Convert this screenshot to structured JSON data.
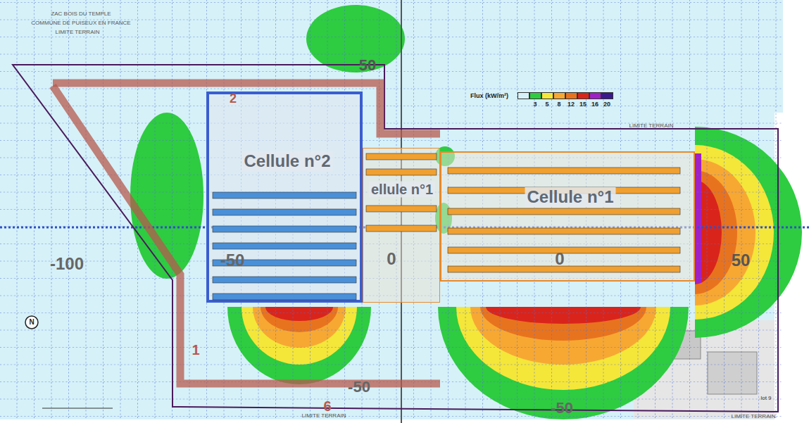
{
  "diagram": {
    "nodes": [
      {
        "text": [
          "Cellule n°2"
        ]
      },
      {
        "text": [
          "ellule n°1"
        ]
      },
      {
        "text": [
          "Cellule n°1"
        ]
      }
    ],
    "edges": [],
    "labels": [
      "ZAC BOIS DU TEMPLE",
      "COMMUNE DE PUISEUX EN FRANCE",
      "LIMITE TERRAIN",
      "50",
      "2",
      "Flux (kW/m²)",
      "LIMITE TERRAIN",
      "-100",
      "-50",
      "0",
      "0",
      "50",
      "N",
      "1",
      "-50",
      "-50",
      "6",
      "LIMITE TERRAIN",
      "lot 9",
      "LIMITE TERRAIN"
    ],
    "legend": [
      {
        "text": "3",
        "color": "#2ecc40"
      },
      {
        "text": "5",
        "color": "#f5e63a"
      },
      {
        "text": "8",
        "color": "#f7a833"
      },
      {
        "text": "12",
        "color": "#e8731e"
      },
      {
        "text": "15",
        "color": "#d9241c"
      },
      {
        "text": "16",
        "color": "#a020c8"
      },
      {
        "text": "20",
        "color": "#3a1a8c"
      }
    ]
  }
}
